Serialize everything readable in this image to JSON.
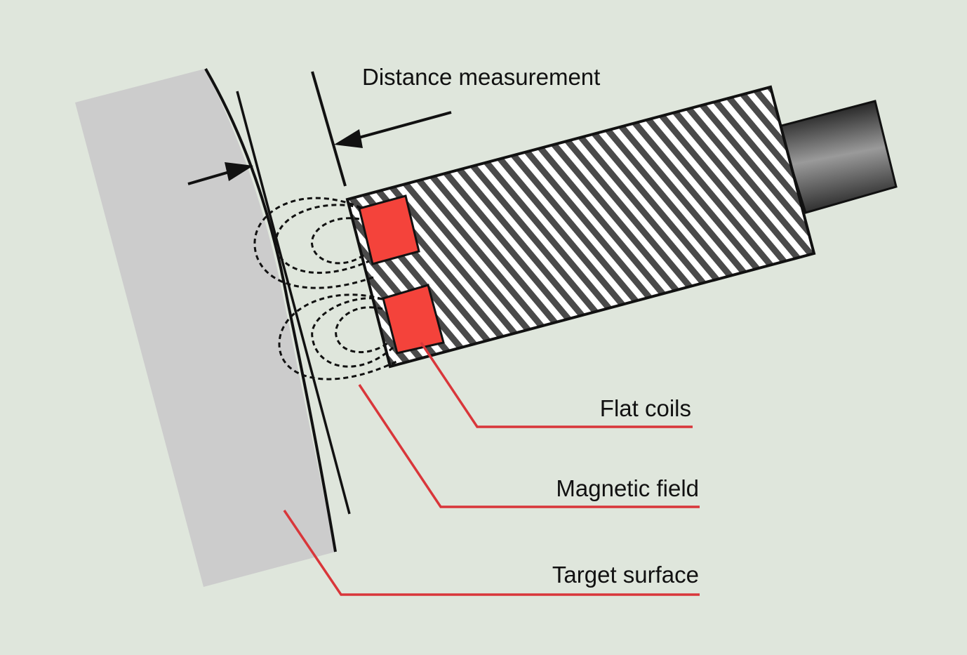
{
  "diagram": {
    "labels": {
      "distance": "Distance measurement",
      "coils": "Flat coils",
      "field": "Magnetic field",
      "target": "Target surface"
    },
    "colors": {
      "background": "#dfe6dc",
      "target": "#cccccc",
      "coil": "#f4433b",
      "leader": "#d9363a",
      "outline": "#111111"
    }
  }
}
